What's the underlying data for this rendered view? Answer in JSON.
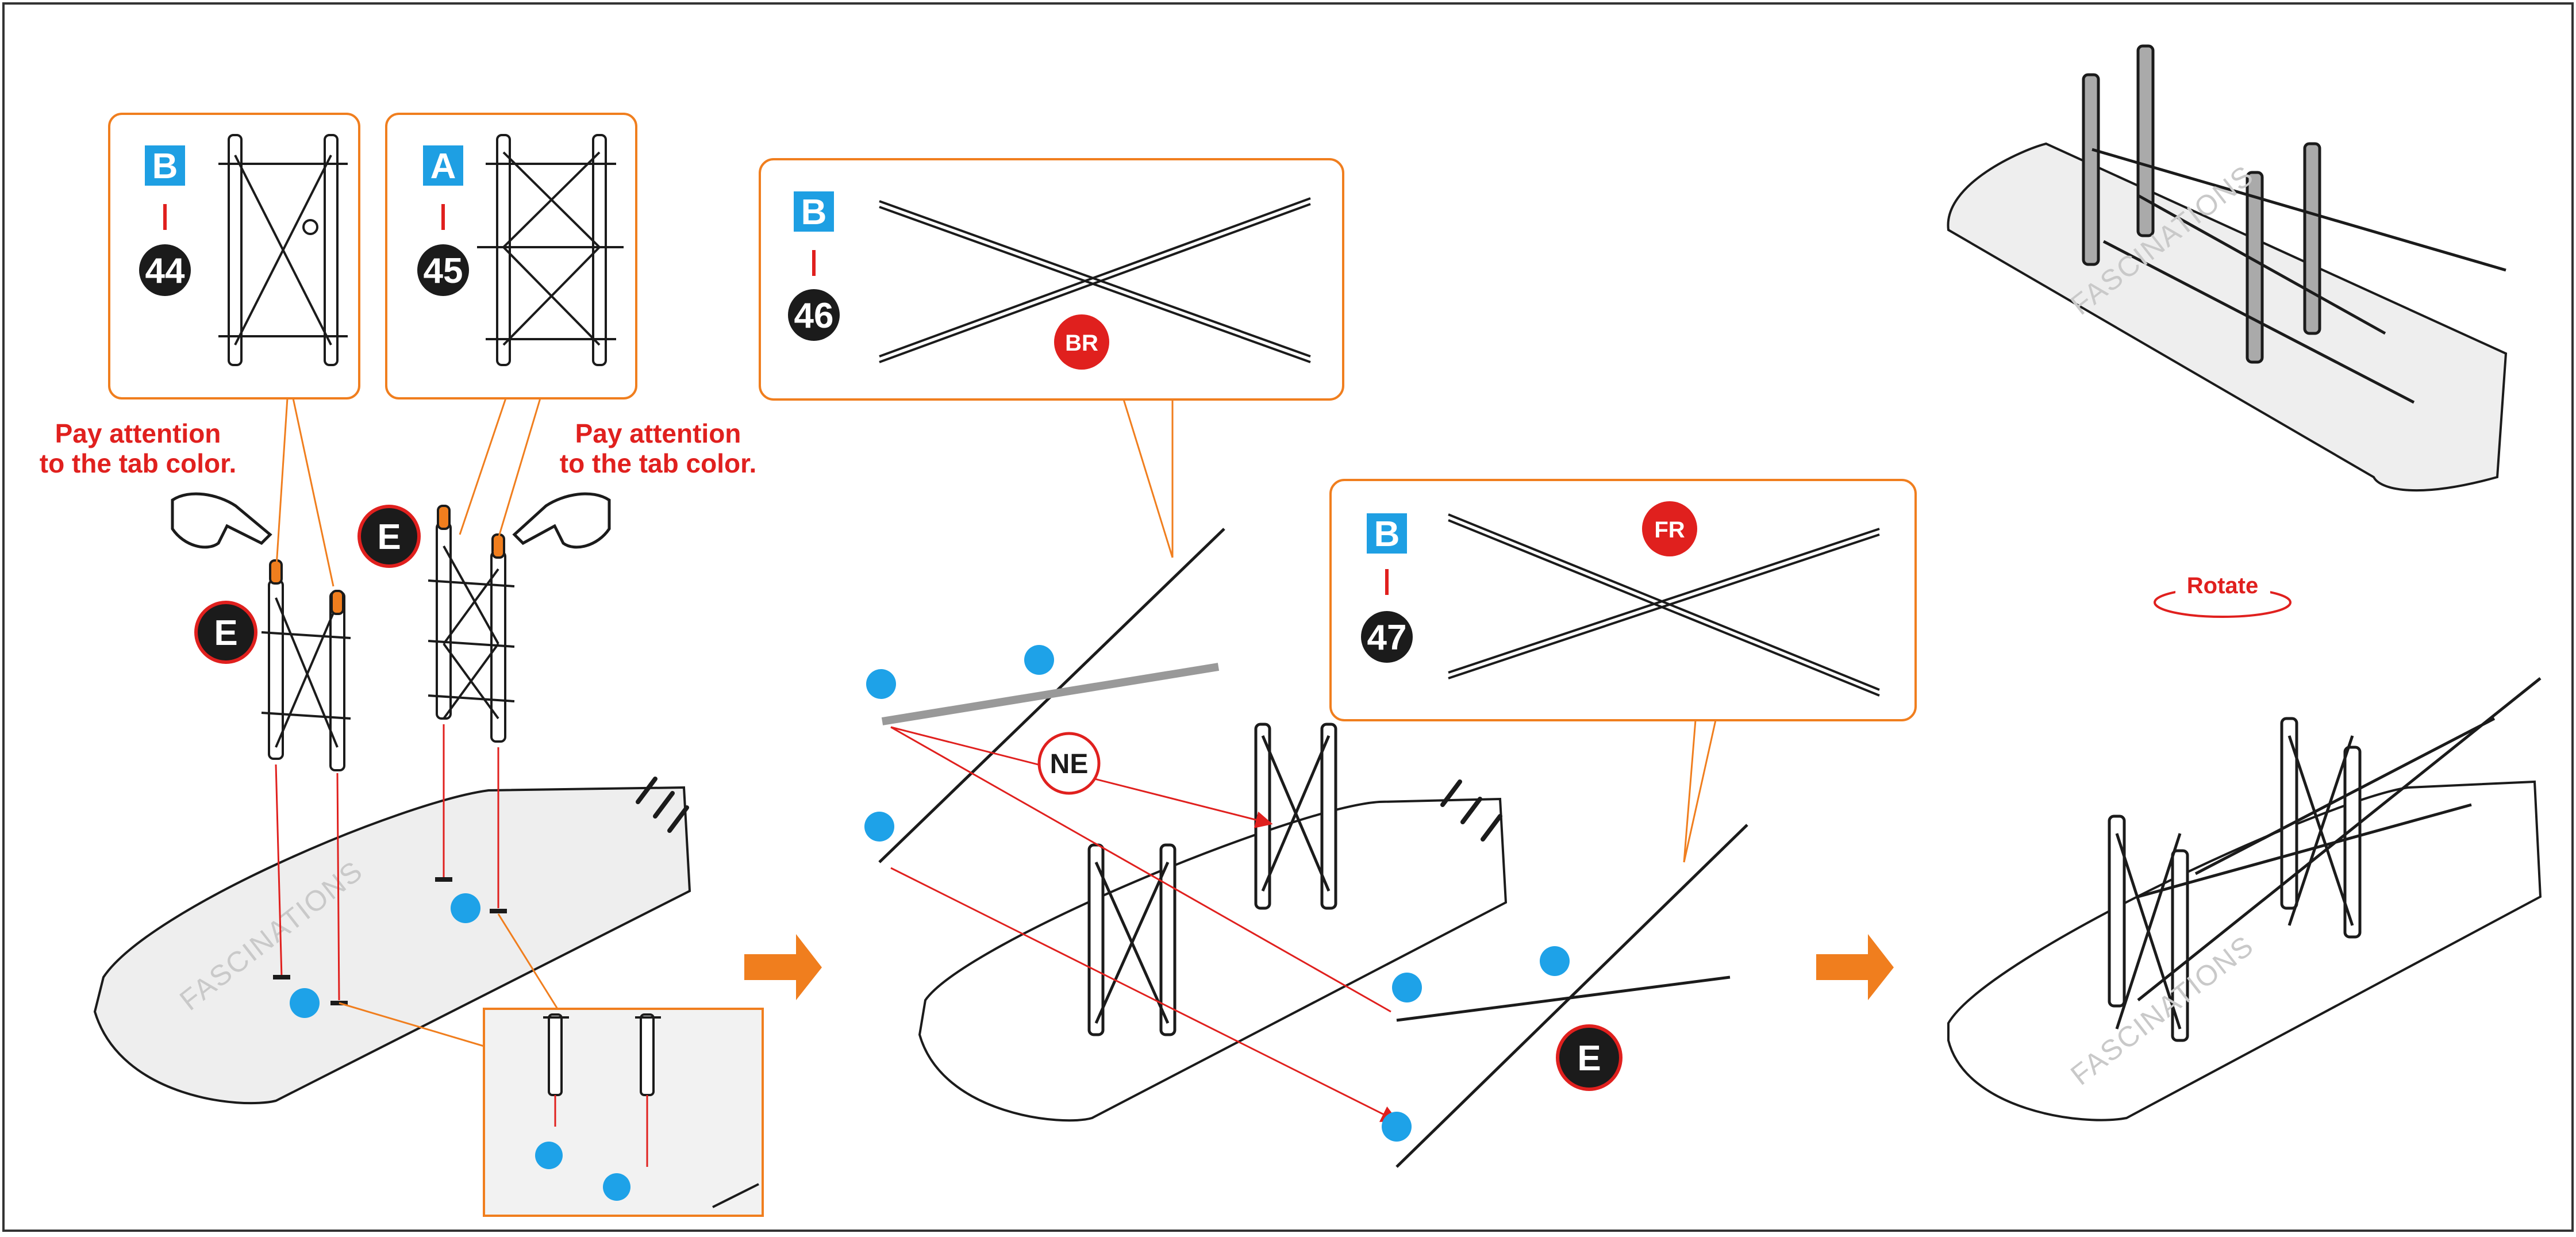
{
  "notes": {
    "left": [
      "Pay attention",
      "to the tab color."
    ],
    "right": [
      "Pay attention",
      "to the tab color."
    ]
  },
  "callouts": [
    {
      "sheet": "B",
      "part": "44"
    },
    {
      "sheet": "A",
      "part": "45"
    },
    {
      "sheet": "B",
      "part": "46",
      "marker": "BR"
    },
    {
      "sheet": "B",
      "part": "47",
      "marker": "FR"
    }
  ],
  "markers": {
    "glue": "E",
    "ne": "NE"
  },
  "rotate_label": "Rotate",
  "watermark": "FASCINATIONS",
  "colors": {
    "orange": "#f07e1e",
    "sheet_blue": "#1e9fe3",
    "dot_blue": "#1ea2e8",
    "red": "#e0201e",
    "black": "#1b1b1b",
    "wing_gray": "#eeeeee"
  }
}
